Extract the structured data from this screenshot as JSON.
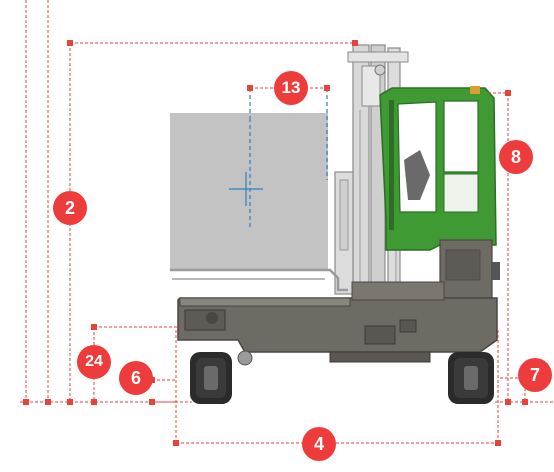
{
  "diagram": {
    "subject": "side-loader-forklift",
    "dimension_labels": {
      "d2": "2",
      "d4": "4",
      "d6": "6",
      "d7": "7",
      "d8": "8",
      "d13": "13",
      "d24": "24"
    },
    "colors": {
      "dimension_line": "#e8423a",
      "badge": "#ee3b3b",
      "cab": "#3f9a34",
      "chassis": "#6e6a64",
      "load": "#c3c3c3",
      "load_center": "#2e7fc0",
      "wheels": "#2b2b2b"
    }
  }
}
